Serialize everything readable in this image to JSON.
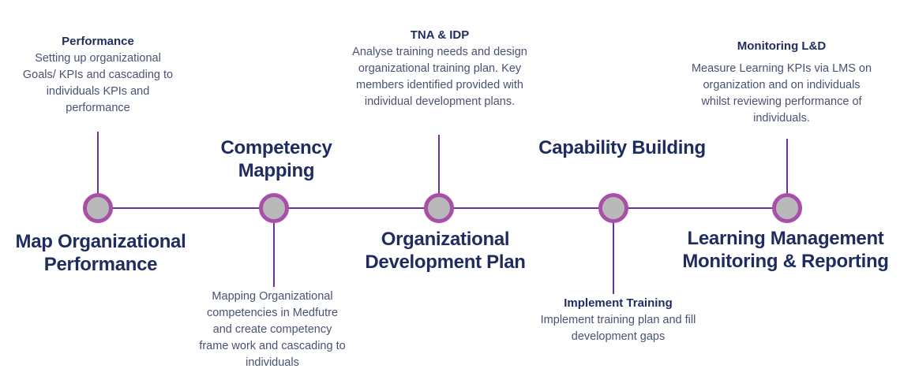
{
  "colors": {
    "connector_line": "#7030a0",
    "node_fill": "#b9b9b9",
    "node_border": "#a84fa8",
    "stage_title_text": "#1f2c5f",
    "annotation_heading_text": "#1f2c5f",
    "annotation_body_text": "#4a5274",
    "background": "#ffffff"
  },
  "stages": [
    {
      "title": "Map Organizational Performance",
      "title_position": "below",
      "annotation": {
        "heading": "Performance",
        "body": "Setting up organizational Goals/ KPIs and cascading to individuals KPIs and performance",
        "position": "above"
      }
    },
    {
      "title": "Competency Mapping",
      "title_position": "above",
      "annotation": {
        "heading": "",
        "body": "Mapping Organizational competencies in Medfutre and create competency frame work and cascading to individuals",
        "position": "below"
      }
    },
    {
      "title": "Organizational Development Plan",
      "title_position": "below",
      "annotation": {
        "heading": "TNA & IDP",
        "body": "Analyse training needs and design organizational training plan. Key members identified provided with individual development plans.",
        "position": "above"
      }
    },
    {
      "title": "Capability Building",
      "title_position": "above",
      "annotation": {
        "heading": "Implement Training",
        "body": "Implement training plan and fill development gaps",
        "position": "below"
      }
    },
    {
      "title": "Learning Management Monitoring & Reporting",
      "title_position": "below",
      "annotation": {
        "heading": "Monitoring L&D",
        "body": "Measure Learning KPIs via LMS on organization and on individuals whilst reviewing performance of individuals.",
        "position": "above"
      }
    }
  ]
}
